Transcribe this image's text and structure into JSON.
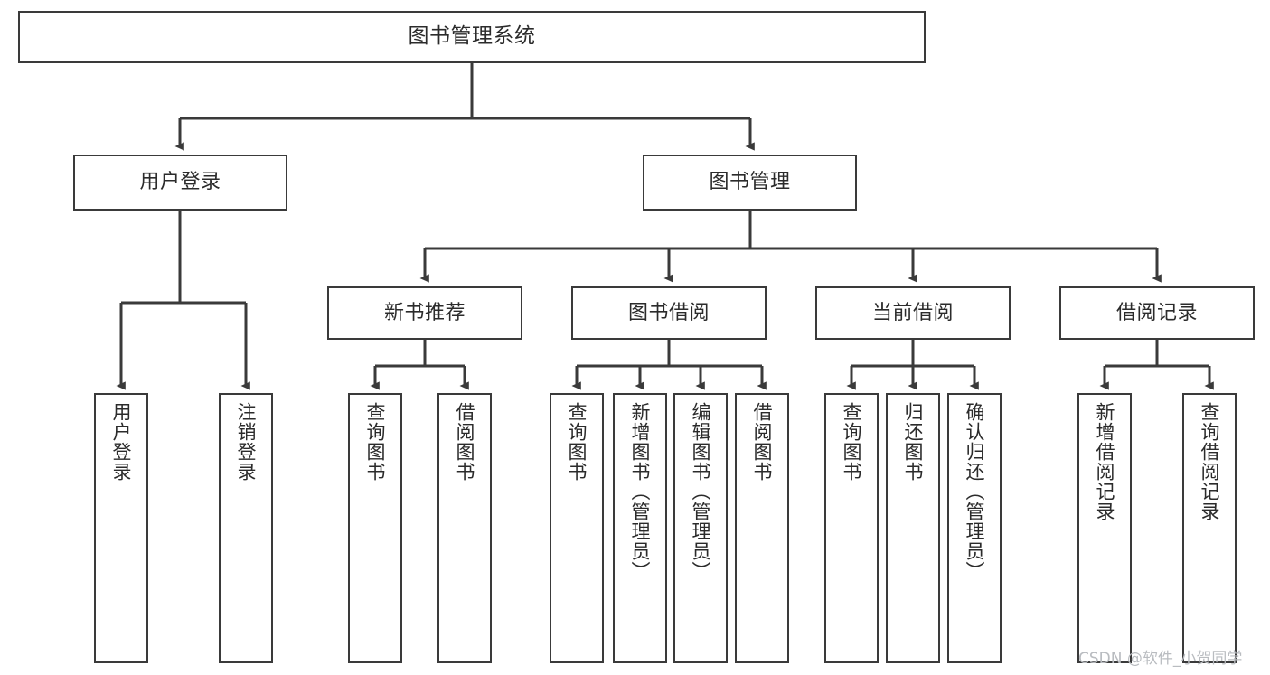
{
  "diagram": {
    "title": "图书管理系统",
    "type": "tree-hierarchy-diagram",
    "colors": {
      "box_border": "#3a3a3a",
      "box_fill": "#ffffff",
      "edge": "#3a3a3a",
      "text": "#2b2b2b",
      "watermark": "#b9bcc0"
    },
    "nodes": {
      "root": {
        "label": "图书管理系统"
      },
      "level2": [
        {
          "label": "用户登录"
        },
        {
          "label": "图书管理"
        }
      ],
      "level3": [
        {
          "label": "新书推荐"
        },
        {
          "label": "图书借阅"
        },
        {
          "label": "当前借阅"
        },
        {
          "label": "借阅记录"
        }
      ],
      "leaves": {
        "user_login": [
          {
            "label": "用户登录"
          },
          {
            "label": "注销登录"
          }
        ],
        "new_book_recommend": [
          {
            "label": "查询图书"
          },
          {
            "label": "借阅图书"
          }
        ],
        "book_borrow": [
          {
            "label": "查询图书"
          },
          {
            "label": "新增图书（管理员）"
          },
          {
            "label": "编辑图书（管理员）"
          },
          {
            "label": "借阅图书"
          }
        ],
        "current_borrow": [
          {
            "label": "查询图书"
          },
          {
            "label": "归还图书"
          },
          {
            "label": "确认归还（管理员）"
          }
        ],
        "borrow_record": [
          {
            "label": "新增借阅记录"
          },
          {
            "label": "查询借阅记录"
          }
        ]
      }
    },
    "watermark": "CSDN @软件_小贺同学"
  }
}
